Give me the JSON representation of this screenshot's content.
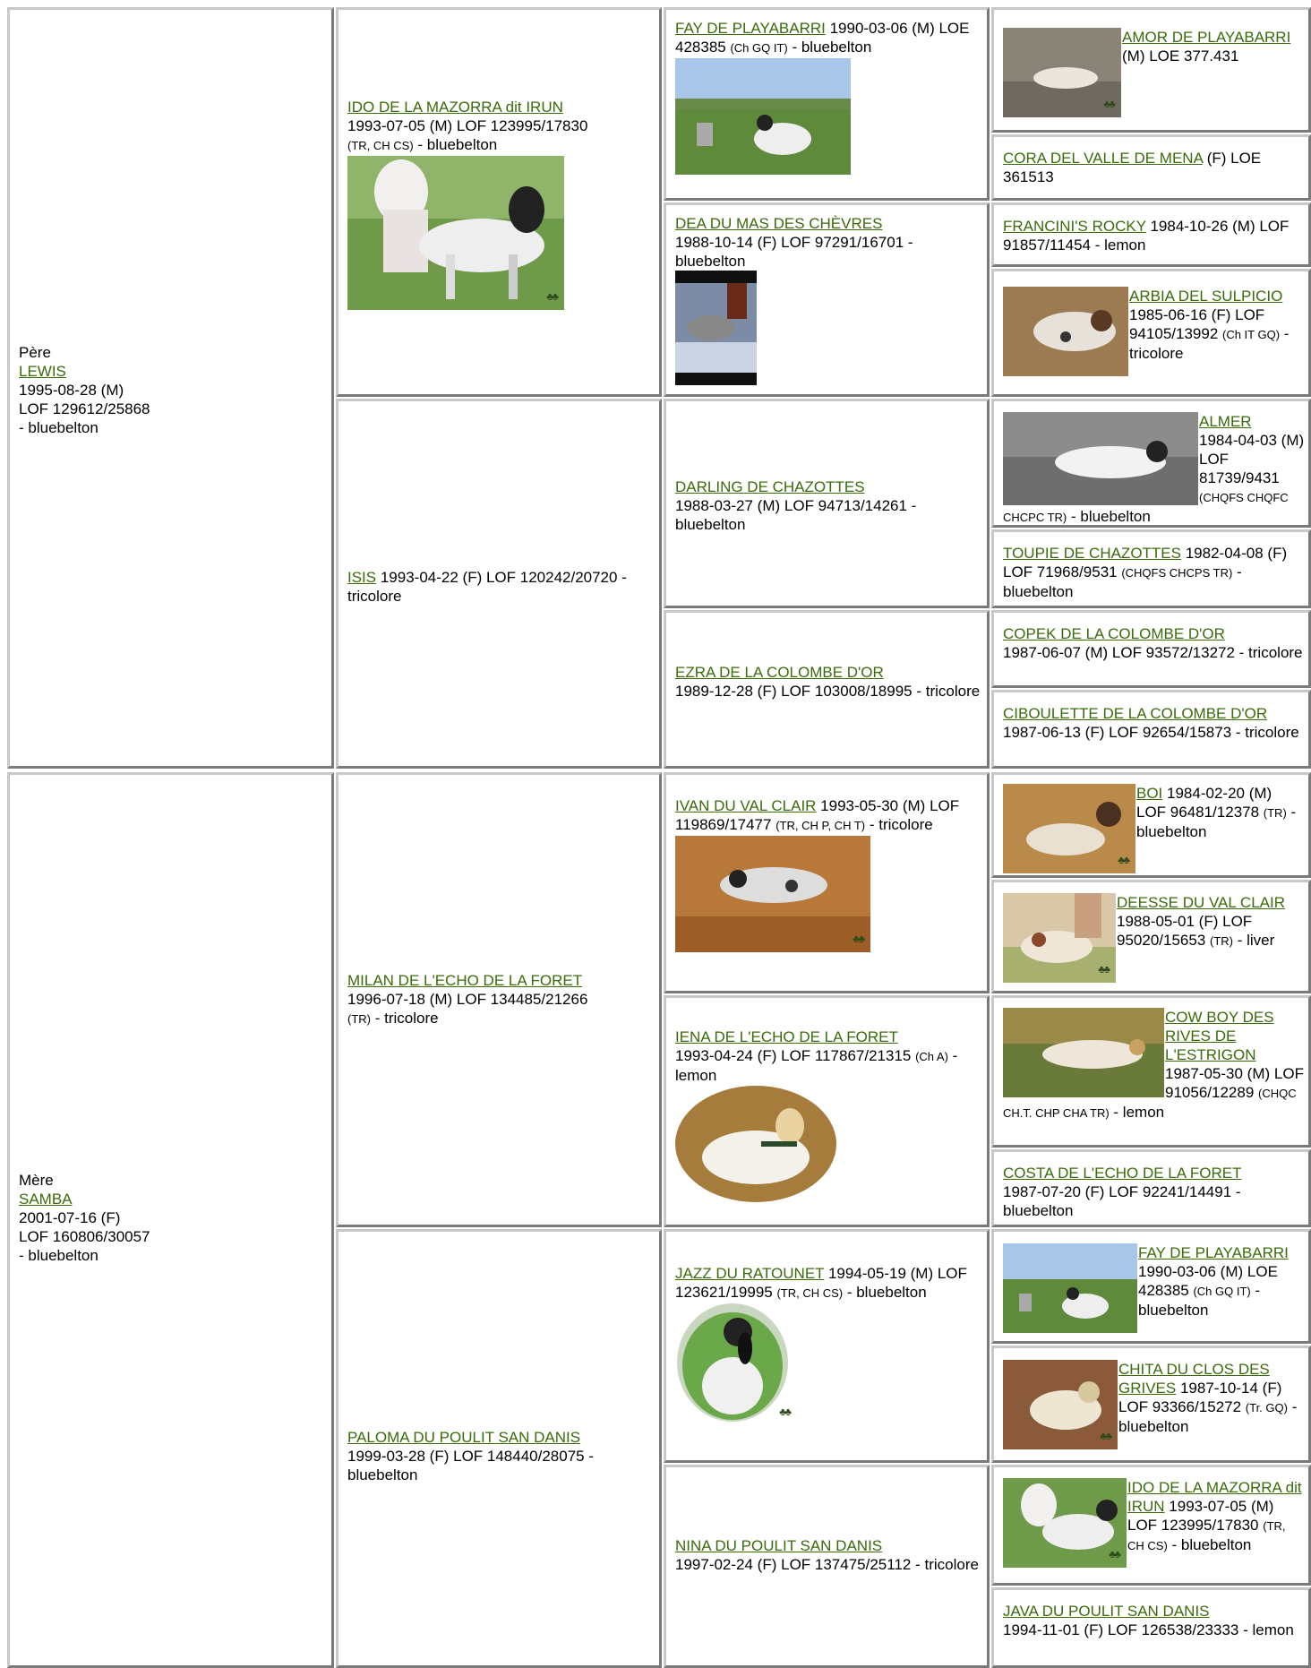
{
  "father": {
    "role": "Père",
    "name": "LEWIS",
    "lines": [
      "1995-08-28 (M)",
      "LOF 129612/25868",
      "- bluebelton"
    ]
  },
  "mother": {
    "role": "Mère",
    "name": "SAMBA",
    "lines": [
      "2001-07-16 (F)",
      "LOF 160806/30057",
      "- bluebelton"
    ]
  },
  "gen2": {
    "ido": {
      "name": "IDO DE LA MAZORRA dit IRUN",
      "info": "1993-07-05 (M) LOF 123995/17830",
      "small": "(TR, CH CS)",
      "tail": " - bluebelton"
    },
    "isis": {
      "name": "ISIS",
      "info": " 1993-04-22 (F) LOF 120242/20720 - tricolore"
    },
    "milan": {
      "name": "MILAN DE L'ECHO DE LA FORET",
      "info": "1996-07-18 (M) LOF 134485/21266",
      "small": "(TR)",
      "tail": " - tricolore"
    },
    "paloma": {
      "name": "PALOMA DU POULIT SAN DANIS",
      "info": "1999-03-28 (F) LOF 148440/28075 - bluebelton"
    }
  },
  "gen3": {
    "fay": {
      "name": "FAY DE PLAYABARRI",
      "info1": " 1990-03-06 (M) LOE 428385 ",
      "small": "(Ch GQ IT)",
      "tail": " - bluebelton"
    },
    "dea": {
      "name": "DEA DU MAS DES CHÈVRES",
      "info": "1988-10-14 (F) LOF 97291/16701 - bluebelton"
    },
    "darling": {
      "name": "DARLING DE CHAZOTTES",
      "info": "1988-03-27 (M) LOF 94713/14261 - bluebelton"
    },
    "ezra": {
      "name": "EZRA DE LA COLOMBE D'OR",
      "info": "1989-12-28 (F) LOF 103008/18995 - tricolore"
    },
    "ivan": {
      "name": "IVAN DU VAL CLAIR",
      "info1": " 1993-05-30 (M) LOF 119869/17477 ",
      "small": "(TR, CH P, CH T)",
      "tail": " - tricolore"
    },
    "iena": {
      "name": "IENA DE L'ECHO DE LA FORET",
      "info1": "1993-04-24 (F) LOF 117867/21315 ",
      "small": "(Ch A)",
      "tail": " - lemon"
    },
    "jazz": {
      "name": "JAZZ DU RATOUNET",
      "info1": " 1994-05-19 (M) LOF 123621/19995 ",
      "small": "(TR, CH CS)",
      "tail": " - bluebelton"
    },
    "nina": {
      "name": "NINA DU POULIT SAN DANIS",
      "info": "1997-02-24 (F) LOF 137475/25112 - tricolore"
    }
  },
  "gen4": {
    "amor": {
      "name": "AMOR DE PLAYABARRI",
      "info": " (M) LOE 377.431"
    },
    "cora": {
      "name": "CORA DEL VALLE DE MENA",
      "info": " (F) LOE 361513"
    },
    "francini": {
      "name": "FRANCINI'S ROCKY",
      "info": " 1984-10-26 (M) LOF 91857/11454 - lemon"
    },
    "arbia": {
      "name": "ARBIA DEL SULPICIO",
      "info1": " 1985-06-16 (F) LOF 94105/13992 ",
      "small": "(Ch IT GQ)",
      "tail": " - tricolore"
    },
    "almer": {
      "name": "ALMER",
      "info1": "1984-04-03 (M) LOF 81739/9431 ",
      "small": "(CHQFS CHQFC CHCPC TR)",
      "tail": " - bluebelton"
    },
    "toupie": {
      "name": "TOUPIE DE CHAZOTTES",
      "info1": " 1982-04-08 (F) LOF 71968/9531 ",
      "small": "(CHQFS CHCPS TR)",
      "tail": " - bluebelton"
    },
    "copek": {
      "name": "COPEK DE LA COLOMBE D'OR",
      "info": "1987-06-07 (M) LOF 93572/13272 - tricolore"
    },
    "ciboulette": {
      "name": "CIBOULETTE DE LA COLOMBE D'OR",
      "info": " 1987-06-13 (F) LOF 92654/15873 - tricolore"
    },
    "boi": {
      "name": "BOI",
      "info1": " 1984-02-20 (M) LOF 96481/12378 ",
      "small": "(TR)",
      "tail": " - bluebelton"
    },
    "deesse": {
      "name": "DEESSE DU VAL CLAIR",
      "info1": " 1988-05-01 (F) LOF 95020/15653 ",
      "small": "(TR)",
      "tail": " - liver"
    },
    "cowboy": {
      "name": "COW BOY DES RIVES DE L'ESTRIGON",
      "info1": "1987-05-30 (M) LOF 91056/12289 ",
      "small": "(CHQC CH.T. CHP CHA TR)",
      "tail": " - lemon"
    },
    "costa": {
      "name": "COSTA DE L'ECHO DE LA FORET",
      "info": "1987-07-20 (F) LOF 92241/14491 - bluebelton"
    },
    "fay2": {
      "name": "FAY DE PLAYABARRI",
      "info1": "1990-03-06 (M) LOE 428385 ",
      "small": "(Ch GQ IT)",
      "tail": " - bluebelton"
    },
    "chita": {
      "name": "CHITA DU CLOS DES GRIVES",
      "info1": " 1987-10-14 (F) LOF 93366/15272 ",
      "small": "(Tr. GQ)",
      "tail": " - bluebelton"
    },
    "ido2": {
      "name": "IDO DE LA MAZORRA dit IRUN",
      "info1": " 1993-07-05 (M) LOF 123995/17830 ",
      "small": "(TR, CH CS)",
      "tail": " - bluebelton"
    },
    "java": {
      "name": "JAVA DU POULIT SAN DANIS",
      "info": "1994-11-01 (F) LOF 126538/23333 - lemon"
    }
  },
  "photo_stamp": "♣♣",
  "colors": {
    "link": "#3a6b0a",
    "border_light": "#c8c8c8",
    "border_dark": "#7a7a7a"
  }
}
